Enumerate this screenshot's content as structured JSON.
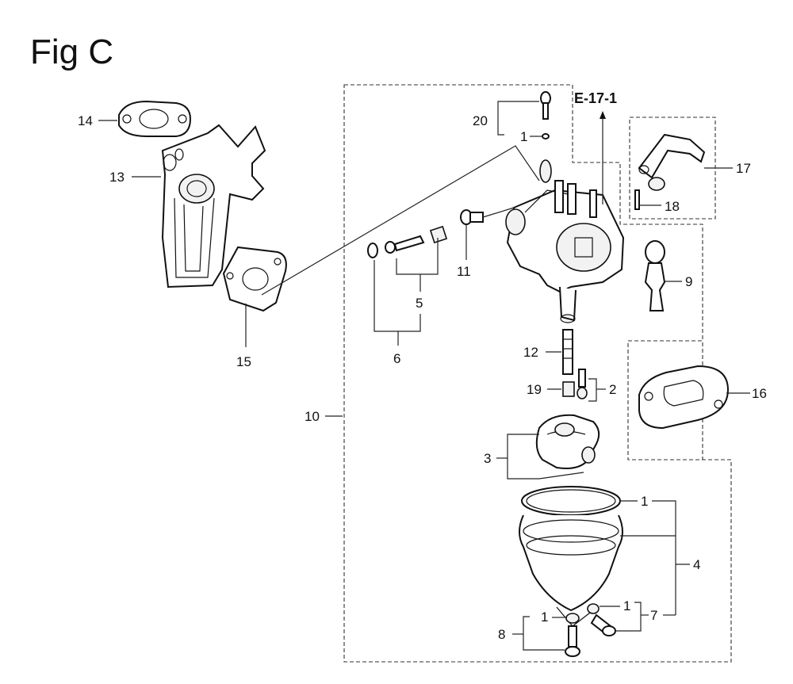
{
  "figure_title": "Fig C",
  "reference": "E-17-1",
  "callouts": {
    "c1a": "1",
    "c1b": "1",
    "c1c": "1",
    "c1d": "1",
    "c2": "2",
    "c3": "3",
    "c4": "4",
    "c5": "5",
    "c6": "6",
    "c7": "7",
    "c8": "8",
    "c9": "9",
    "c10": "10",
    "c11": "11",
    "c12": "12",
    "c13": "13",
    "c14": "14",
    "c15": "15",
    "c16": "16",
    "c17": "17",
    "c18": "18",
    "c19": "19",
    "c20": "20"
  }
}
